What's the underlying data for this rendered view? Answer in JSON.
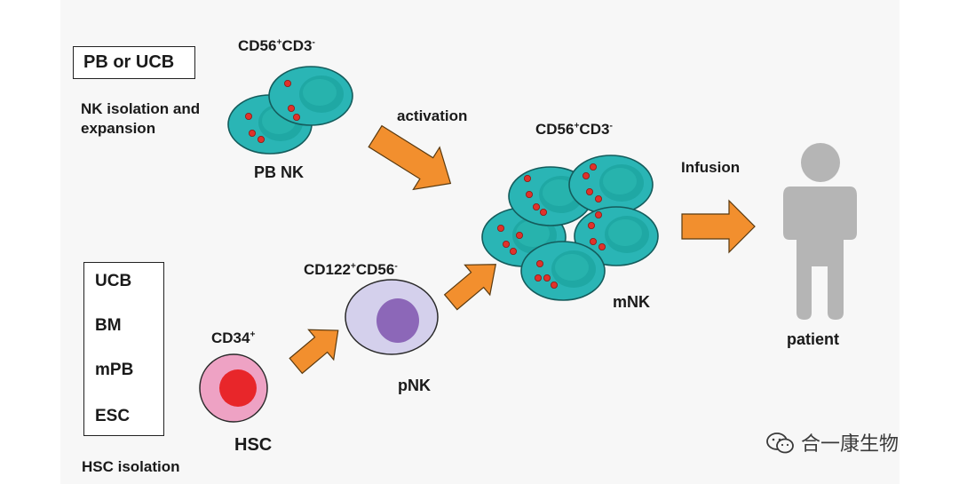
{
  "top_source": "PB or UCB",
  "nk_isolation": [
    "NK isolation and",
    "expansion"
  ],
  "pbnk_marker": {
    "base": "CD56",
    "sup1": "+",
    "mid": "CD3",
    "sup2": "-"
  },
  "pbnk_label": "PB NK",
  "activation_label": "activation",
  "mnk_marker": {
    "base": "CD56",
    "sup1": "+",
    "mid": "CD3",
    "sup2": "-"
  },
  "mnk_label": "mNK",
  "infusion_label": "Infusion",
  "patient_label": "patient",
  "bottom_sources": [
    "UCB",
    "BM",
    "mPB",
    "ESC"
  ],
  "hsc_isolation": "HSC isolation",
  "hsc_marker": {
    "base": "CD34",
    "sup1": "+"
  },
  "hsc_label": "HSC",
  "pnk_marker": {
    "base": "CD122",
    "sup1": "+",
    "mid": "CD56",
    "sup2": "-"
  },
  "pnk_label": "pNK",
  "watermark": "合一康生物",
  "colors": {
    "nk_cell": "#2ab5b5",
    "nk_nucleus": "#22a8a3",
    "granule": "#e0322b",
    "arrow": "#f28f2e",
    "hsc_outer": "#eea2c4",
    "hsc_inner": "#e8262a",
    "pnk_outer": "#d4d0ec",
    "pnk_inner": "#8c67b8",
    "patient": "#b5b5b5"
  }
}
